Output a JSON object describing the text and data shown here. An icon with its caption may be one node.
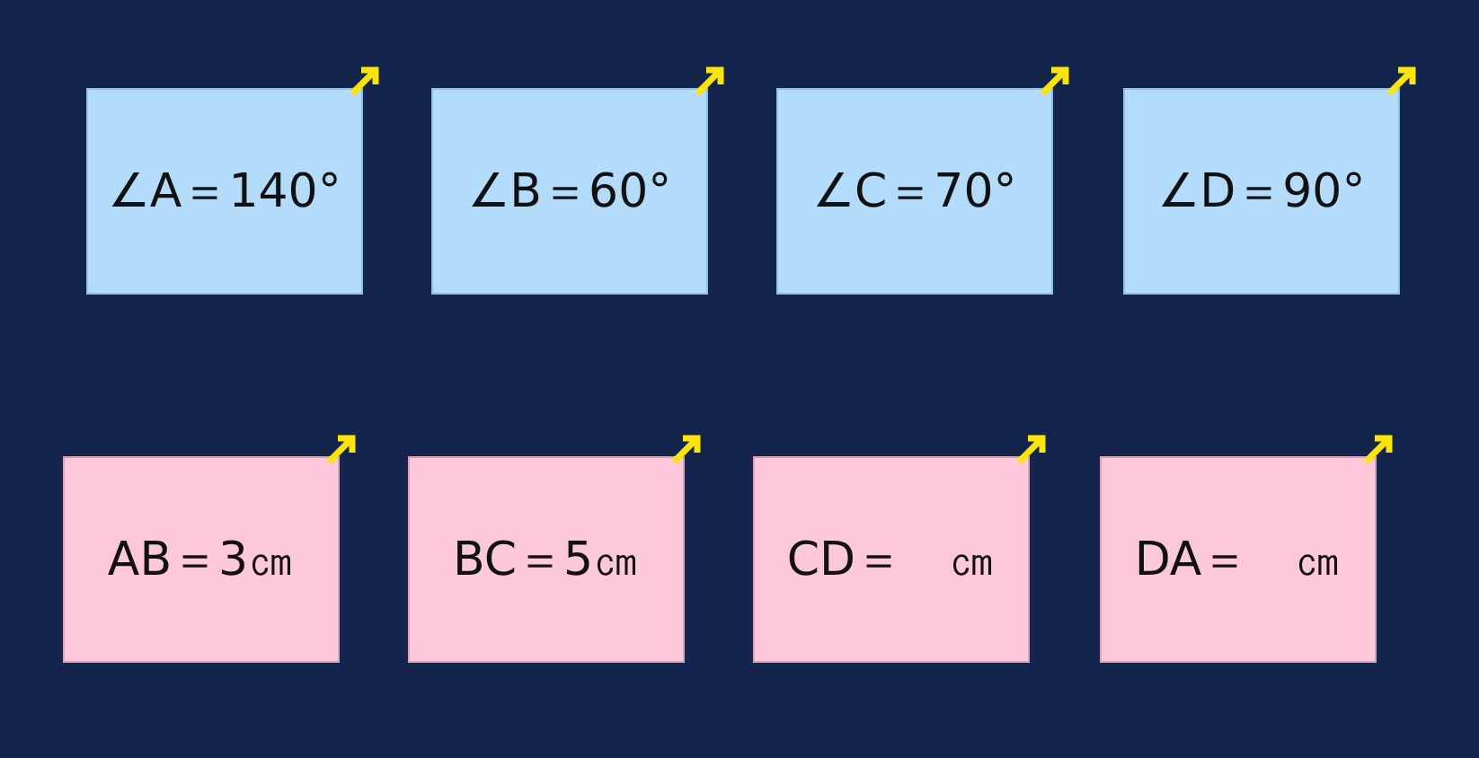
{
  "diagram": {
    "nodes": [
      {
        "text": [
          "∠A＝140°"
        ]
      },
      {
        "text": [
          "∠B＝60°"
        ]
      },
      {
        "text": [
          "∠C＝70°"
        ]
      },
      {
        "text": [
          "∠D＝90°"
        ]
      },
      {
        "text": [
          "AB＝3㎝"
        ]
      },
      {
        "text": [
          "BC＝5㎝"
        ]
      },
      {
        "text": [
          "CD＝　㎝"
        ]
      },
      {
        "text": [
          "DA＝　㎝"
        ]
      }
    ]
  }
}
